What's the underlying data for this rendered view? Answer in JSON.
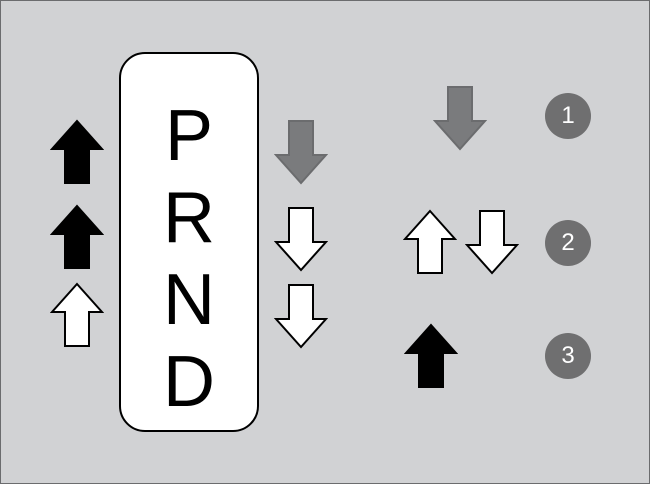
{
  "gears": [
    "P",
    "R",
    "N",
    "D"
  ],
  "markers": [
    "1",
    "2",
    "3"
  ],
  "colors": {
    "background": "#d1d2d4",
    "selector_fill": "#ffffff",
    "arrow_black": "#000000",
    "arrow_gray": "#7a7b7d",
    "arrow_outline": "#ffffff",
    "badge": "#6f6f70"
  },
  "icons": {
    "left_column": [
      "arrow-up-black",
      "arrow-up-black",
      "arrow-up-outline"
    ],
    "right_column": [
      "arrow-down-gray",
      "arrow-down-outline",
      "arrow-down-outline"
    ],
    "legend_1": [
      "arrow-down-gray"
    ],
    "legend_2": [
      "arrow-up-outline",
      "arrow-down-outline"
    ],
    "legend_3": [
      "arrow-up-black"
    ]
  }
}
